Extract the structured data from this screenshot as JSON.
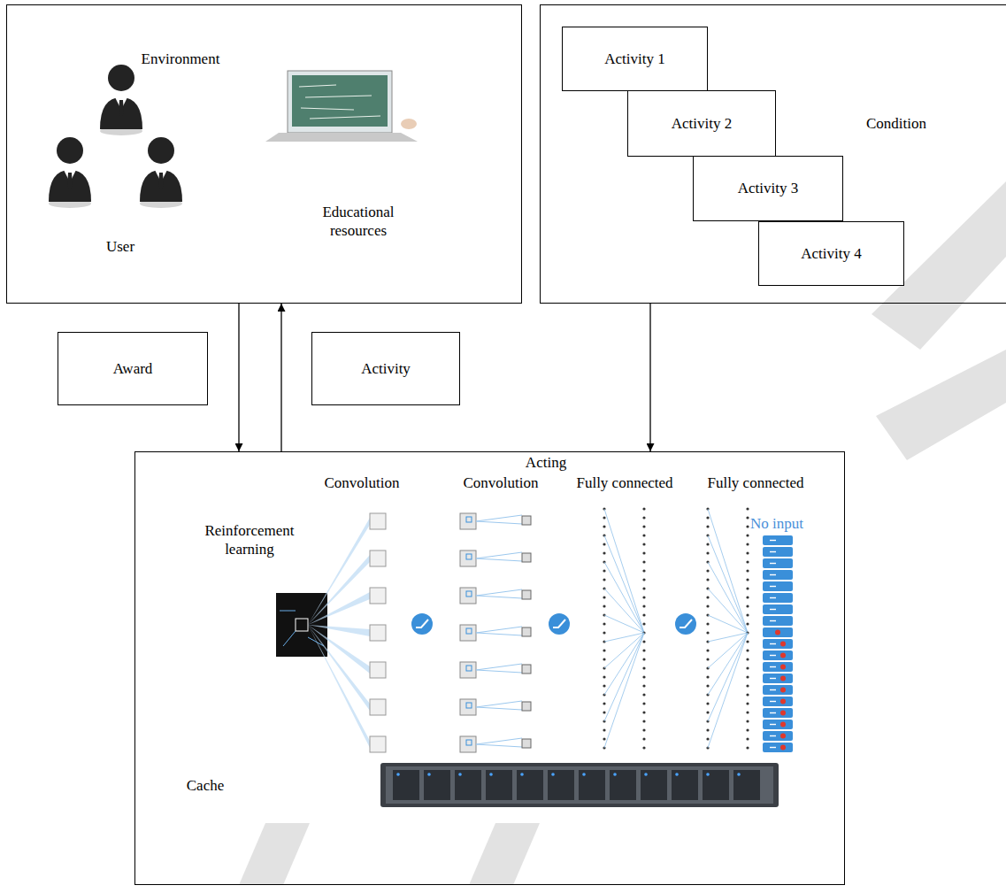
{
  "diagram": {
    "nodes": [
      {
        "text": [
          "Environment",
          "User",
          "Educational resources"
        ]
      },
      {
        "text": [
          "Condition"
        ]
      },
      {
        "text": [
          "Activity 1"
        ],
        "in": 1
      },
      {
        "text": [
          "Activity 2"
        ],
        "in": 1
      },
      {
        "text": [
          "Activity 3"
        ],
        "in": 1
      },
      {
        "text": [
          "Activity 4"
        ],
        "in": 1
      },
      {
        "text": [
          "Award"
        ]
      },
      {
        "text": [
          "Activity"
        ]
      },
      {
        "text": [
          "Acting",
          "Convolution",
          "Convolution",
          "Fully connected",
          "Fully connected",
          "No input",
          "Reinforcement learning",
          "Cache"
        ]
      }
    ],
    "edges": [
      {
        "from": 0,
        "to": 8,
        "arrow": "to"
      },
      {
        "from": 8,
        "to": 0,
        "arrow": "to"
      },
      {
        "from": 1,
        "to": 8,
        "arrow": "to"
      }
    ]
  }
}
